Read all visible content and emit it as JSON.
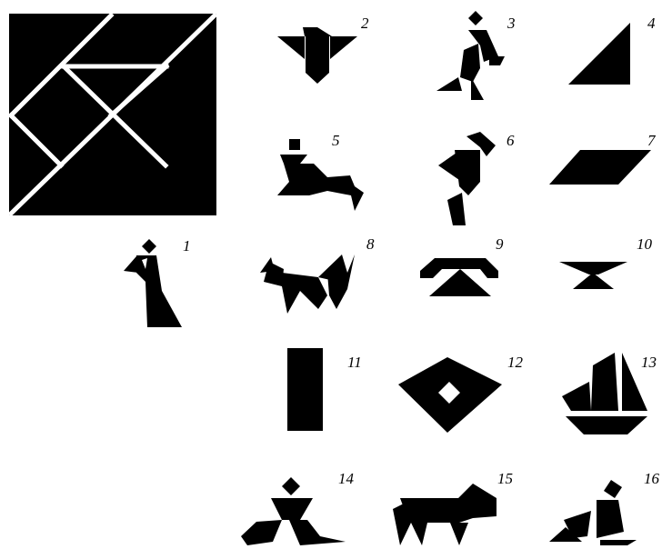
{
  "colors": {
    "ink": "#000000",
    "paper": "#ffffff"
  },
  "figures": [
    {
      "number": "1"
    },
    {
      "number": "2"
    },
    {
      "number": "3"
    },
    {
      "number": "4"
    },
    {
      "number": "5"
    },
    {
      "number": "6"
    },
    {
      "number": "7"
    },
    {
      "number": "8"
    },
    {
      "number": "9"
    },
    {
      "number": "10"
    },
    {
      "number": "11"
    },
    {
      "number": "12"
    },
    {
      "number": "13"
    },
    {
      "number": "14"
    },
    {
      "number": "15"
    },
    {
      "number": "16"
    }
  ]
}
